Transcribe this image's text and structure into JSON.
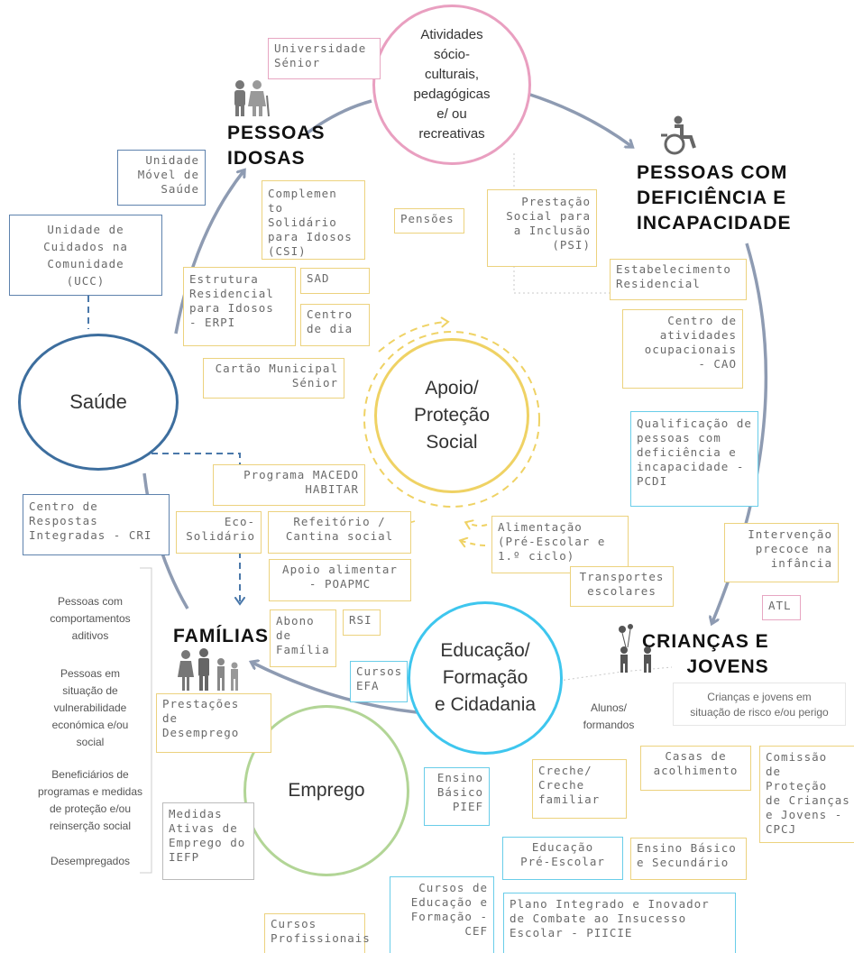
{
  "circles": {
    "activities": "Atividades\nsócio-\nculturais,\npedagógicas\ne/ ou\nrecreativas",
    "health": "Saúde",
    "social_support": "Apoio/\nProteção\nSocial",
    "education": "Educação/\nFormação\ne Cidadania",
    "employment": "Emprego"
  },
  "headings": {
    "elderly": "PESSOAS\nIDOSAS",
    "disability": "PESSOAS COM\nDEFICIÊNCIA E\nINCAPACIDADE",
    "youth": "CRIANÇAS E\nJOVENS",
    "families": "FAMÍLIAS"
  },
  "boxes": {
    "universidade": "Universidade\nSénior",
    "unidade_movel": "Unidade\nMóvel de\nSaúde",
    "ucc": "Unidade de\nCuidados na\nComunidade\n(UCC)",
    "csi": "Complemen\nto Solidário\npara Idosos\n(CSI)",
    "pensoes": "Pensões",
    "psi": "Prestação\nSocial para\na Inclusão\n(PSI)",
    "erpi": "Estrutura\nResidencial\npara Idosos\n- ERPI",
    "sad": "SAD",
    "centro_dia": "Centro\nde dia",
    "cartao": "Cartão Municipal\nSénior",
    "estabelecimento": "Estabelecimento\nResidencial",
    "cao": "Centro de\natividades\nocupacionais\n- CAO",
    "pcdi": "Qualificação de\npessoas com\ndeficiência e\nincapacidade -\nPCDI",
    "macedo": "Programa MACEDO\nHABITAR",
    "cri": "Centro de\nRespostas\nIntegradas - CRI",
    "eco": "Eco-\nSolidário",
    "refeitorio": "Refeitório /\nCantina social",
    "alimentacao": "Alimentação\n(Pré-Escolar e\n1.º ciclo)",
    "intervencao": "Intervenção\nprecoce na\ninfância",
    "poapmc": "Apoio alimentar\n- POAPMC",
    "transportes": "Transportes\nescolares",
    "atl": "ATL",
    "abono": "Abono\nde\nFamília",
    "rsi": "RSI",
    "efa": "Cursos\nEFA",
    "criancas_risco": "Crianças e jovens em\nsituação de risco e/ou perigo",
    "alunos": "Alunos/\nformandos",
    "prestacoes": "Prestações\nde\nDesemprego",
    "casas": "Casas de\nacolhimento",
    "cpcj": "Comissão\nde\nProteção\nde Crianças\ne Jovens -\nCPCJ",
    "pief": "Ensino\nBásico\nPIEF",
    "creche": "Creche/\nCreche\nfamiliar",
    "iefp": "Medidas\nAtivas de\nEmprego do\nIEFP",
    "preescolar": "Educação\nPré-Escolar",
    "basico_secundario": "Ensino Básico\ne Secundário",
    "cef": "Cursos de\nEducação e\nFormação -\nCEF",
    "piicie": "Plano Integrado e Inovador\nde Combate ao Insucesso\nEscolar - PIICIE",
    "profissionais": "Cursos\nProfissionais"
  },
  "families_list": [
    "Pessoas com\ncomportamentos\naditivos",
    "Pessoas em\nsituação de\nvulnerabilidade\neconómica e/ou\nsocial",
    "Beneficiários de\nprogramas e medidas\nde proteção e/ou\nreinserção social",
    "Desempregados"
  ],
  "colors": {
    "cycle_arrow": "#8e9bb2",
    "health": "#3d6e9e",
    "social": "#efd264",
    "education": "#3ec6ee",
    "employment": "#b2d596",
    "activities": "#e99fc0"
  },
  "icons": [
    "elderly-couple-icon",
    "wheelchair-icon",
    "children-balloons-icon",
    "family-icon"
  ]
}
